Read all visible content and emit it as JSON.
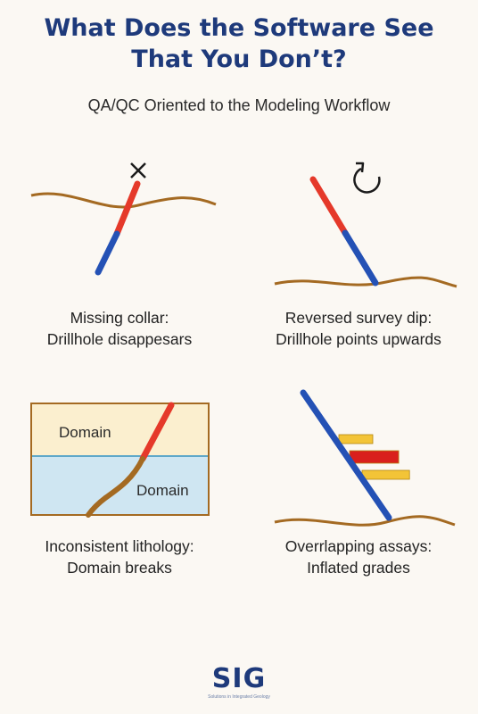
{
  "header": {
    "title_line1": "What Does the Software See",
    "title_line2": "That You Don’t?",
    "subtitle": "QA/QC Oriented to the Modeling Workflow"
  },
  "colors": {
    "navy": "#1e3a7b",
    "drill_blue": "#2451b5",
    "drill_red": "#e5392a",
    "ground_brown": "#a46a22",
    "domain_upper": "#fbefcf",
    "domain_lower": "#cfe6f2",
    "assay_yellow": "#f3c437",
    "assay_red": "#d9201c"
  },
  "panels": [
    {
      "caption_line1": "Missing collar:",
      "caption_line2": "Drillhole disappesars",
      "icon": "x-mark-icon"
    },
    {
      "caption_line1": "Reversed survey dip:",
      "caption_line2": "Drillhole points upwards",
      "icon": "rotate-arrow-icon"
    },
    {
      "caption_line1": "Inconsistent lithology:",
      "caption_line2": "Domain breaks",
      "domain_upper_label": "Domain",
      "domain_lower_label": "Domain"
    },
    {
      "caption_line1": "Overrlapping assays:",
      "caption_line2": "Inflated grades",
      "assays": [
        {
          "color": "#f3c437",
          "level": 1.0
        },
        {
          "color": "#d9201c",
          "level": 1.45
        },
        {
          "color": "#f3c437",
          "level": 1.4
        }
      ]
    }
  ],
  "logo": {
    "text": "SIG",
    "tagline": "Solutions in Integrated Geology"
  }
}
